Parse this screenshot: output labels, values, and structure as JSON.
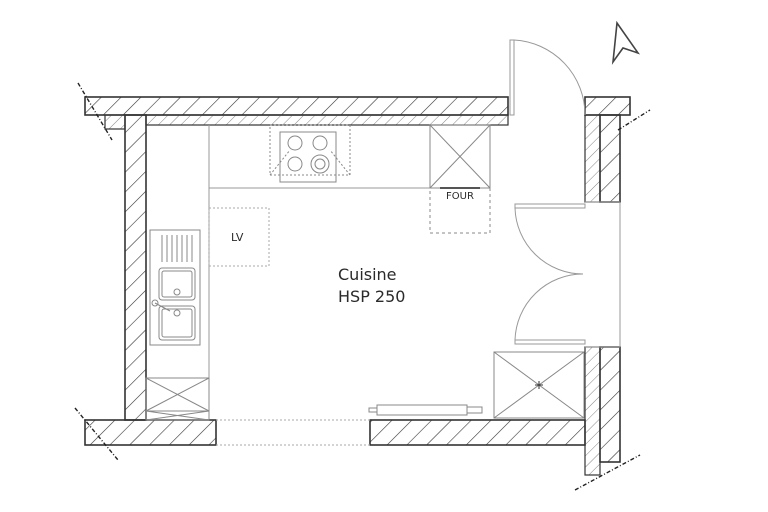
{
  "plan": {
    "room": {
      "name": "Cuisine",
      "ceiling_height": "HSP 250"
    },
    "labels": {
      "dishwasher": "LV",
      "oven": "FOUR"
    },
    "fixtures": [
      "cooktop",
      "double-sink",
      "dishwasher",
      "oven",
      "fridge",
      "cabinet",
      "radiator"
    ],
    "doors": [
      "entry-door-top",
      "double-door-right"
    ],
    "colors": {
      "wall_stroke": "#333333",
      "fixture_stroke": "#8a8a8a",
      "hatch": "#333333",
      "background": "#ffffff"
    },
    "north_arrow": "north-arrow-icon"
  }
}
